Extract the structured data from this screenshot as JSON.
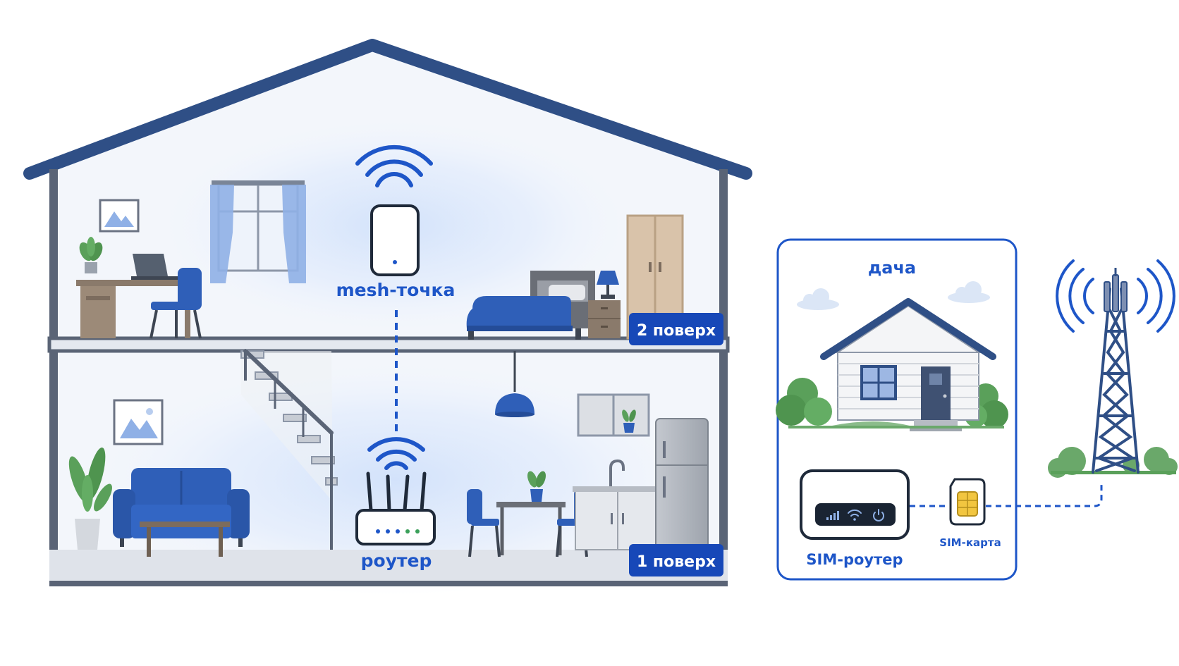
{
  "labels": {
    "mesh_point": "mesh-точка",
    "router": "роутер",
    "floor_2": "2 поверх",
    "floor_1": "1 поверх",
    "dacha": "дача",
    "sim_router": "SIM-роутер",
    "sim_card": "SIM-карта"
  },
  "colors": {
    "accent_blue": "#1e56c8",
    "roof": "#2f4f86",
    "wall": "#5a6476",
    "furniture_blue": "#2f5fb8",
    "badge_bg": "#1748b8",
    "wifi_glow": "#cfe0fb",
    "tower": "#2f4f86",
    "greenery": "#5aa05a"
  },
  "icons": {
    "wifi": "wifi-icon",
    "signal_waves": "signal-waves-icon",
    "sim": "sim-card-icon",
    "cell_tower": "cell-tower-icon",
    "signal_bars": "signal-bars-icon",
    "power": "power-icon"
  }
}
